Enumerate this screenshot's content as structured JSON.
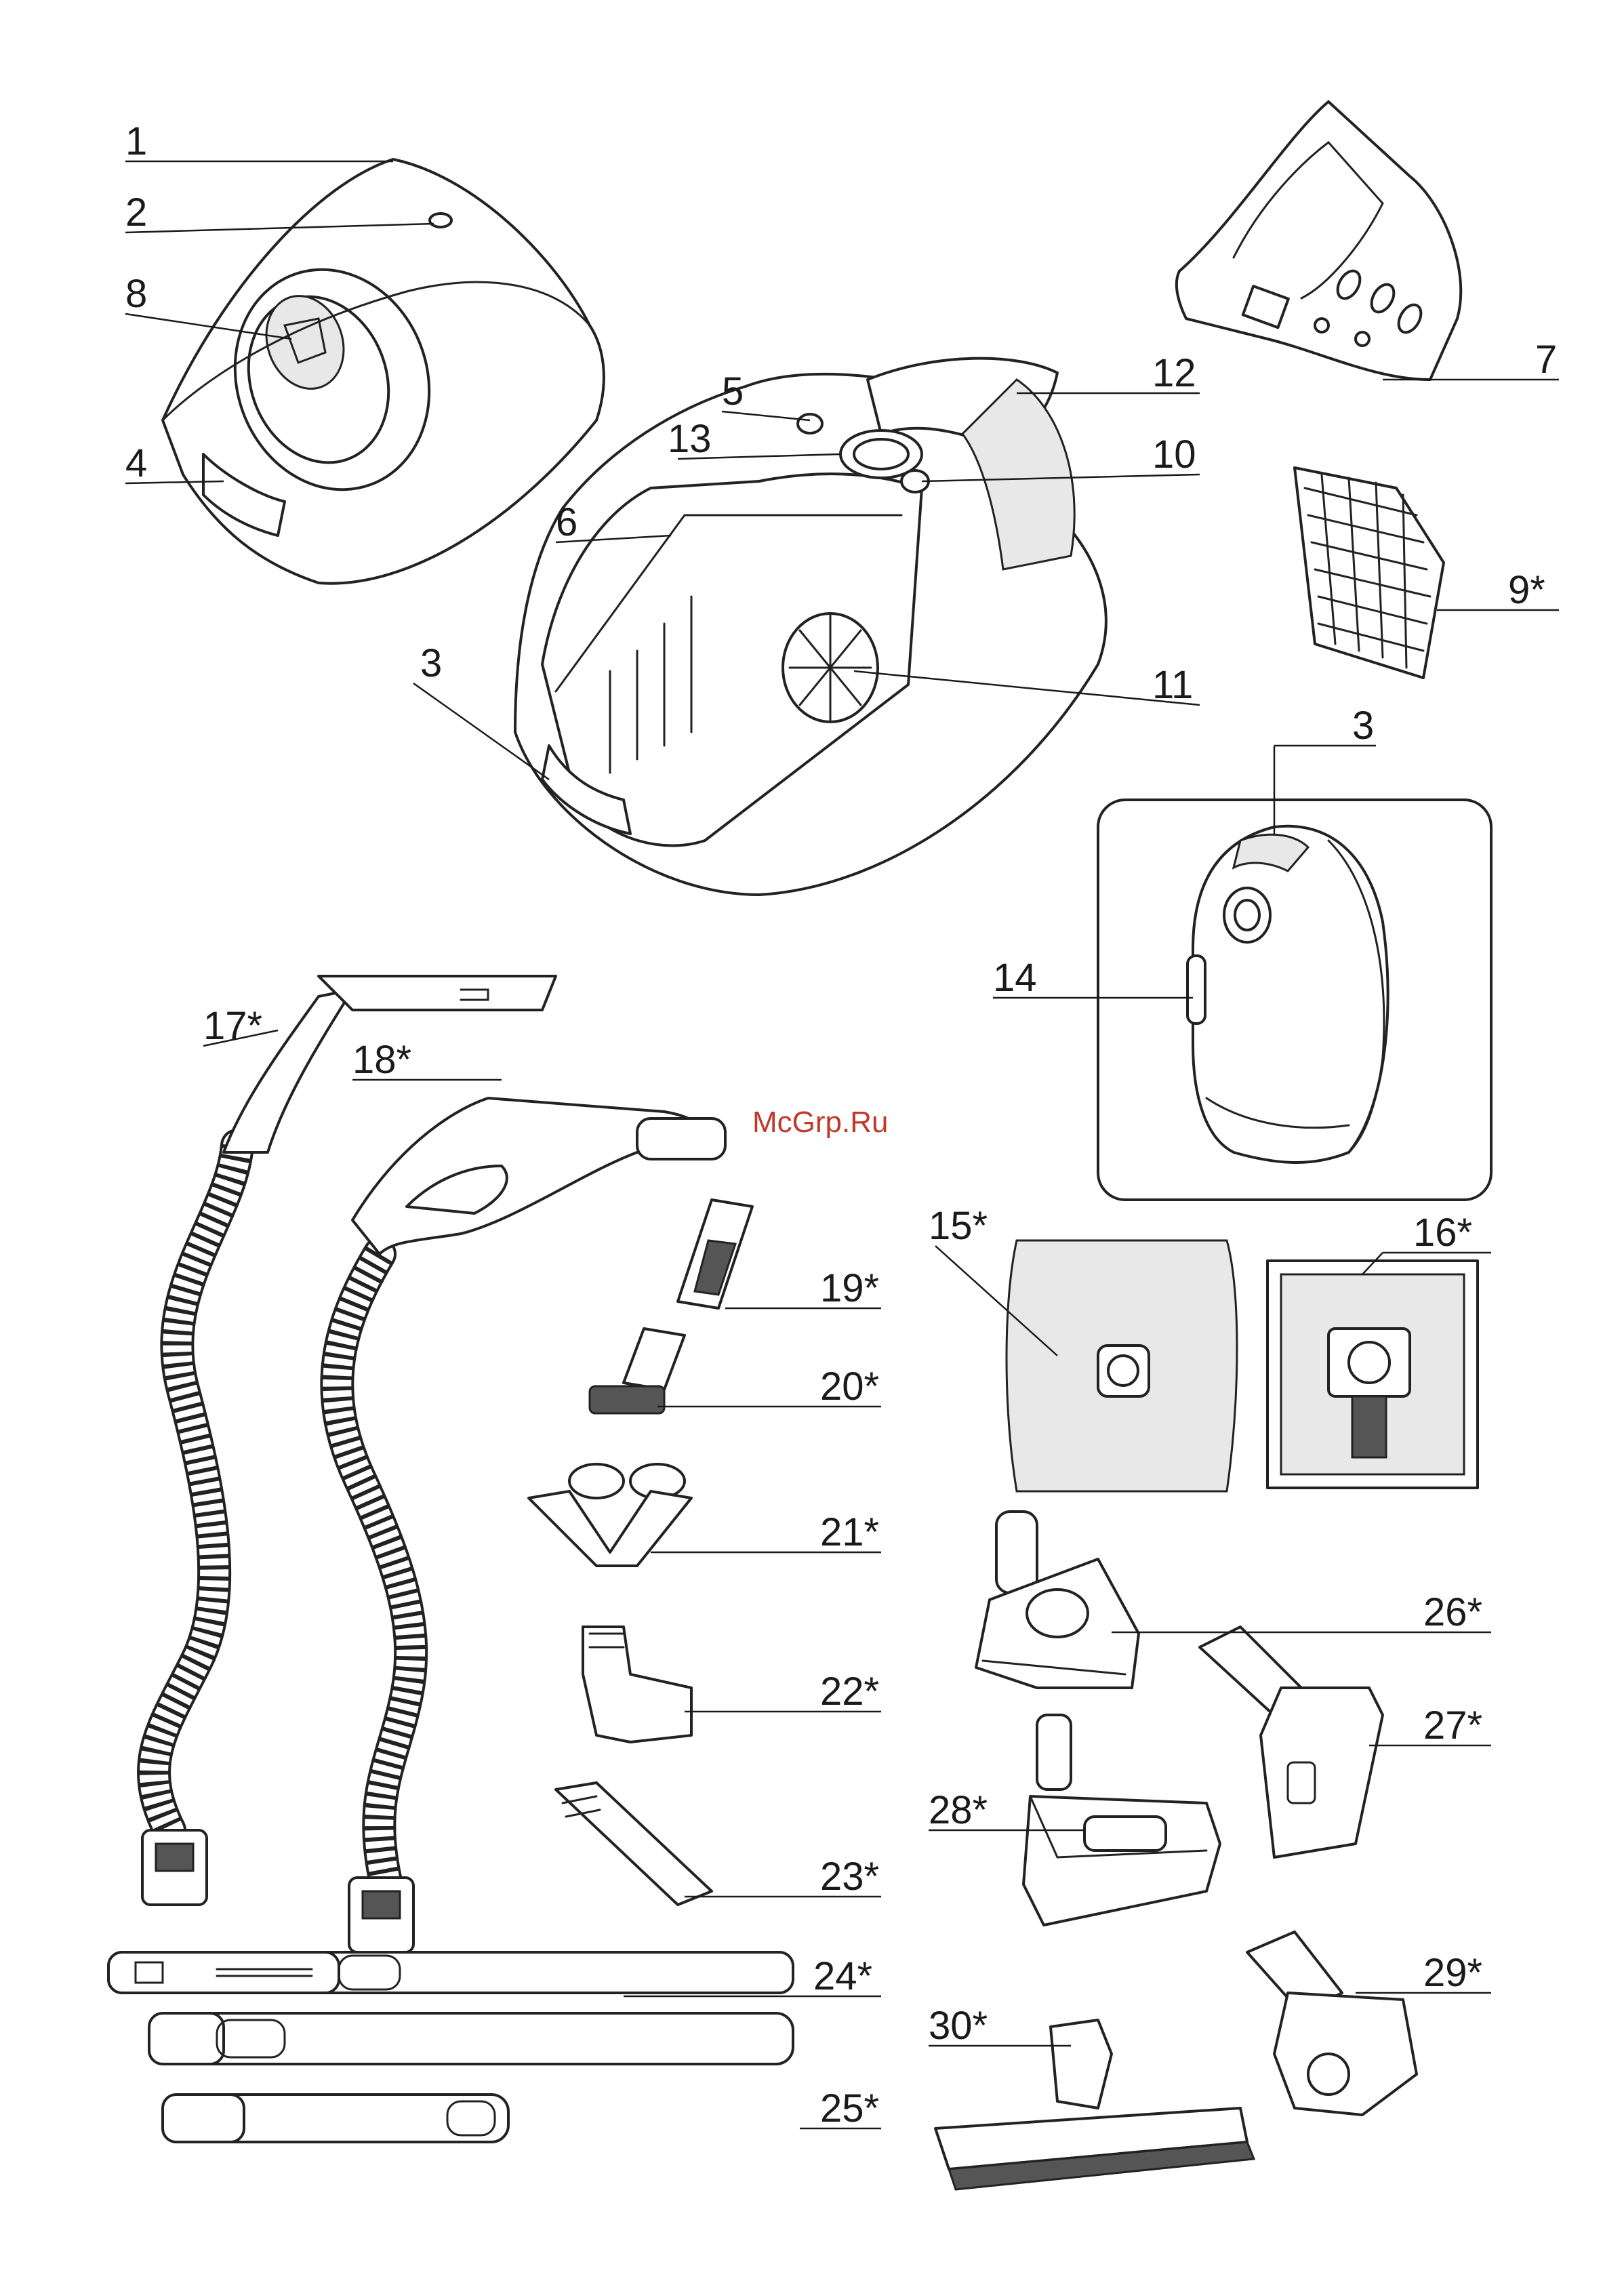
{
  "watermark": "McGrp.Ru",
  "callouts": [
    {
      "id": "c1",
      "text": "1"
    },
    {
      "id": "c2",
      "text": "2"
    },
    {
      "id": "c8",
      "text": "8"
    },
    {
      "id": "c4",
      "text": "4"
    },
    {
      "id": "c5",
      "text": "5"
    },
    {
      "id": "c13",
      "text": "13"
    },
    {
      "id": "c6",
      "text": "6"
    },
    {
      "id": "c3a",
      "text": "3"
    },
    {
      "id": "c12",
      "text": "12"
    },
    {
      "id": "c10",
      "text": "10"
    },
    {
      "id": "c11",
      "text": "11"
    },
    {
      "id": "c7",
      "text": "7"
    },
    {
      "id": "c9",
      "text": "9*"
    },
    {
      "id": "c3b",
      "text": "3"
    },
    {
      "id": "c14",
      "text": "14"
    },
    {
      "id": "c17",
      "text": "17*"
    },
    {
      "id": "c18",
      "text": "18*"
    },
    {
      "id": "c19",
      "text": "19*"
    },
    {
      "id": "c20",
      "text": "20*"
    },
    {
      "id": "c21",
      "text": "21*"
    },
    {
      "id": "c22",
      "text": "22*"
    },
    {
      "id": "c23",
      "text": "23*"
    },
    {
      "id": "c24",
      "text": "24*"
    },
    {
      "id": "c25",
      "text": "25*"
    },
    {
      "id": "c15",
      "text": "15*"
    },
    {
      "id": "c16",
      "text": "16*"
    },
    {
      "id": "c26",
      "text": "26*"
    },
    {
      "id": "c27",
      "text": "27*"
    },
    {
      "id": "c28",
      "text": "28*"
    },
    {
      "id": "c29",
      "text": "29*"
    },
    {
      "id": "c30",
      "text": "30*"
    }
  ]
}
